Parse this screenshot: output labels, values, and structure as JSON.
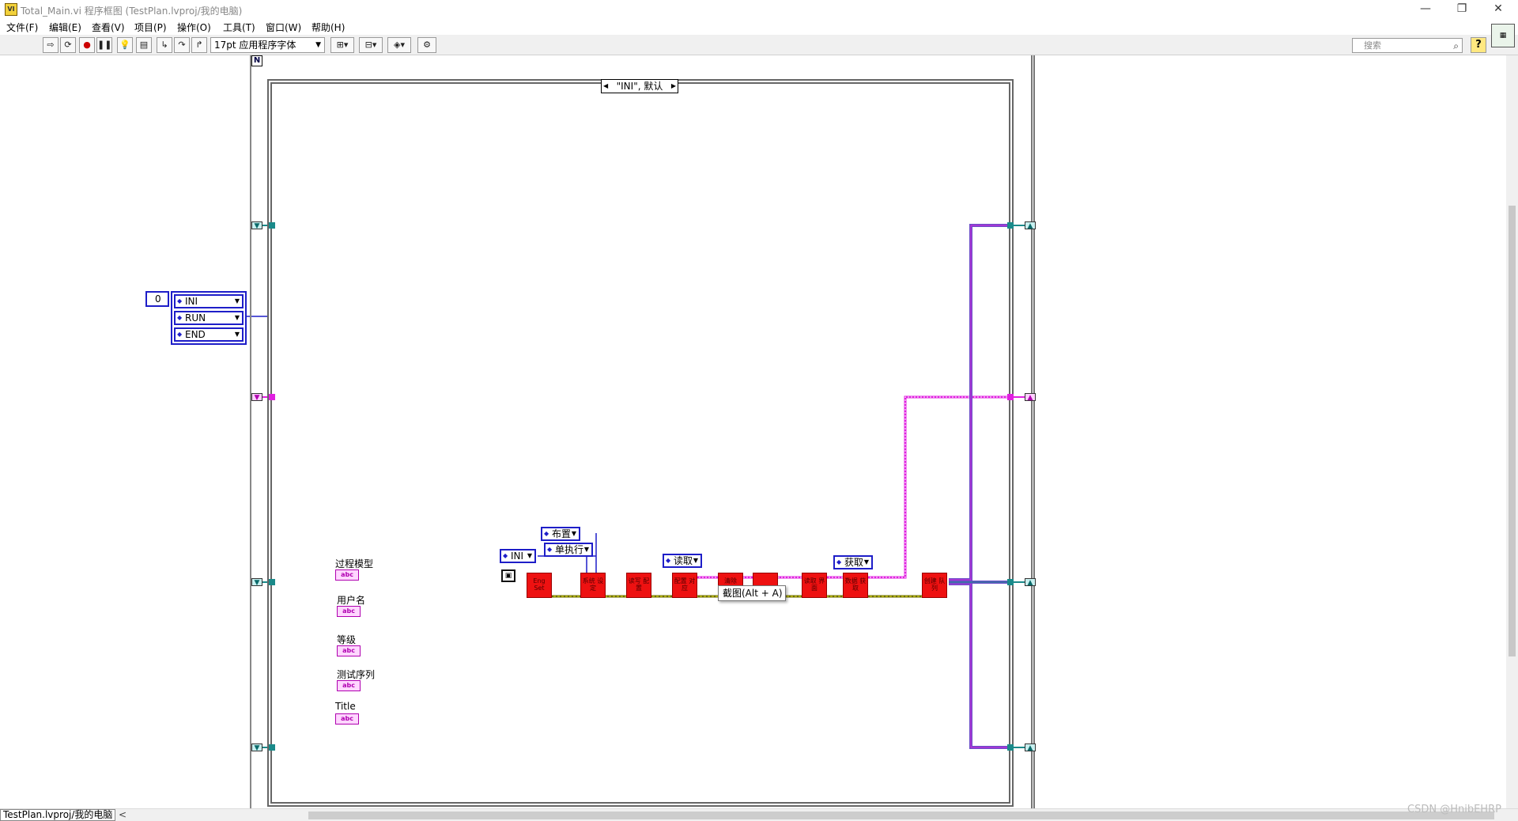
{
  "window": {
    "title": "Total_Main.vi 程序框图 (TestPlan.lvproj/我的电脑)",
    "app_icon_label": "VI",
    "controls": {
      "minimize": "—",
      "restore": "❐",
      "close": "✕"
    }
  },
  "menu": {
    "file": "文件(F)",
    "edit": "编辑(E)",
    "view": "查看(V)",
    "project": "项目(P)",
    "operate": "操作(O)",
    "tools": "工具(T)",
    "window": "窗口(W)",
    "help": "帮助(H)"
  },
  "toolbar": {
    "font": "17pt 应用程序字体",
    "search_placeholder": "搜索",
    "help": "?"
  },
  "diagram": {
    "loop_count_label": "N",
    "case_selector": "\"INI\", 默认",
    "index_value": "0",
    "array_items": [
      "INI",
      "RUN",
      "END"
    ],
    "enum_ini": "INI",
    "enum_layout": "布置",
    "enum_single": "单执行",
    "enum_read": "读取",
    "enum_get": "获取",
    "labels": {
      "process_model": "过程模型",
      "username": "用户名",
      "level": "等级",
      "test_sequence": "测试序列",
      "title": "Title"
    },
    "string_const_text": "abc",
    "tooltip": "截图(Alt + A)",
    "subvis": [
      "Eng Set",
      "系统 设定",
      "读写 配置",
      "配置 对应",
      "清除",
      "",
      "读取 界面",
      "数据 获取",
      "创建 队列"
    ]
  },
  "status": {
    "project": "TestPlan.lvproj/我的电脑",
    "nav": "<"
  },
  "watermark": "CSDN @HnibEHRP",
  "colors": {
    "enum_border": "#1e1ec8",
    "subvi": "#ee1111",
    "wire_pink": "#e020e0",
    "wire_purple": "#6a4ec8",
    "wire_teal": "#1a8a8a"
  }
}
